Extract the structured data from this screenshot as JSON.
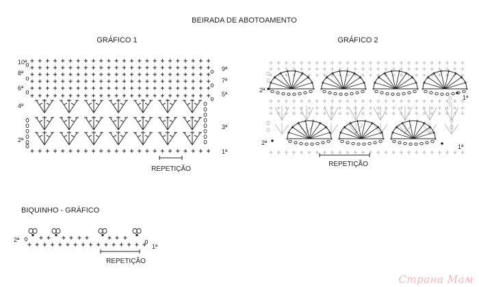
{
  "page_title": "BEIRADA DE ABOTOAMENTO",
  "watermark": "Страна Мам",
  "colors": {
    "ink": "#222222",
    "faded": "#b9b9b9",
    "watermark": "#f3b5b5"
  },
  "chart1": {
    "title": "GRÁFICO 1",
    "repeat_label": "REPETIÇÃO",
    "left_labels": [
      "10ª",
      "8ª",
      "6ª",
      "4ª",
      "2ª"
    ],
    "right_labels": [
      "9ª",
      "7ª",
      "5ª",
      "3ª",
      "1ª"
    ]
  },
  "chart2": {
    "title": "GRÁFICO 2",
    "repeat_label": "REPETIÇÃO",
    "left_labels": [
      "2ª",
      "2ª"
    ],
    "right_labels": [
      "1ª",
      "1ª"
    ]
  },
  "chart3": {
    "title": "BIQUINHO - GRÁFICO",
    "repeat_label": "REPETIÇÃO",
    "left_labels": [
      "2ª"
    ],
    "right_labels": [
      "1ª"
    ]
  }
}
